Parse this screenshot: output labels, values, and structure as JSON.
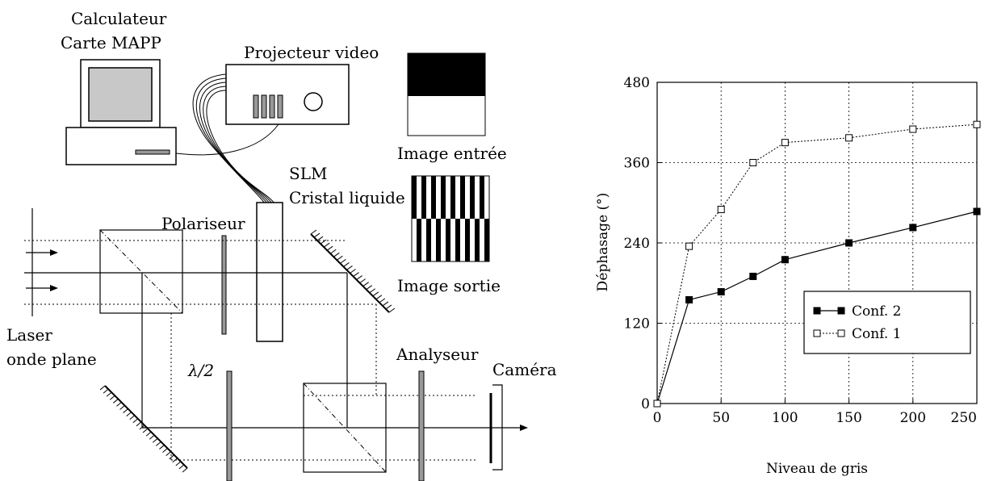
{
  "diagram": {
    "computer_label_line1": "Calculateur",
    "computer_label_line2": "Carte MAPP",
    "projector_label": "Projecteur video",
    "input_image_label": "Image entrée",
    "slm_label_line1": "SLM",
    "slm_label_line2": "Cristal liquide",
    "polarizer_label": "Polariseur",
    "output_image_label": "Image sortie",
    "laser_label_line1": "Laser",
    "laser_label_line2": "onde plane",
    "halfwave_label": "λ/2",
    "analyzer_label": "Analyseur",
    "camera_label": "Caméra"
  },
  "chart_data": {
    "type": "line",
    "xlabel": "Niveau de gris",
    "ylabel": "Déphasage (°)",
    "xlim": [
      0,
      250
    ],
    "ylim": [
      0,
      480
    ],
    "x_ticks": [
      0,
      50,
      100,
      150,
      200,
      250
    ],
    "y_ticks": [
      0,
      120,
      240,
      360,
      480
    ],
    "grid": true,
    "legend_position": "lower-right",
    "series": [
      {
        "name": "Conf. 2",
        "marker": "filled-square",
        "line_style": "solid",
        "x": [
          0,
          25,
          50,
          75,
          100,
          150,
          200,
          250
        ],
        "y": [
          0,
          155,
          167,
          190,
          215,
          240,
          263,
          287
        ]
      },
      {
        "name": "Conf. 1",
        "marker": "open-square",
        "line_style": "dotted",
        "x": [
          0,
          25,
          50,
          75,
          100,
          150,
          200,
          250
        ],
        "y": [
          0,
          235,
          290,
          360,
          390,
          397,
          410,
          417
        ]
      }
    ]
  }
}
